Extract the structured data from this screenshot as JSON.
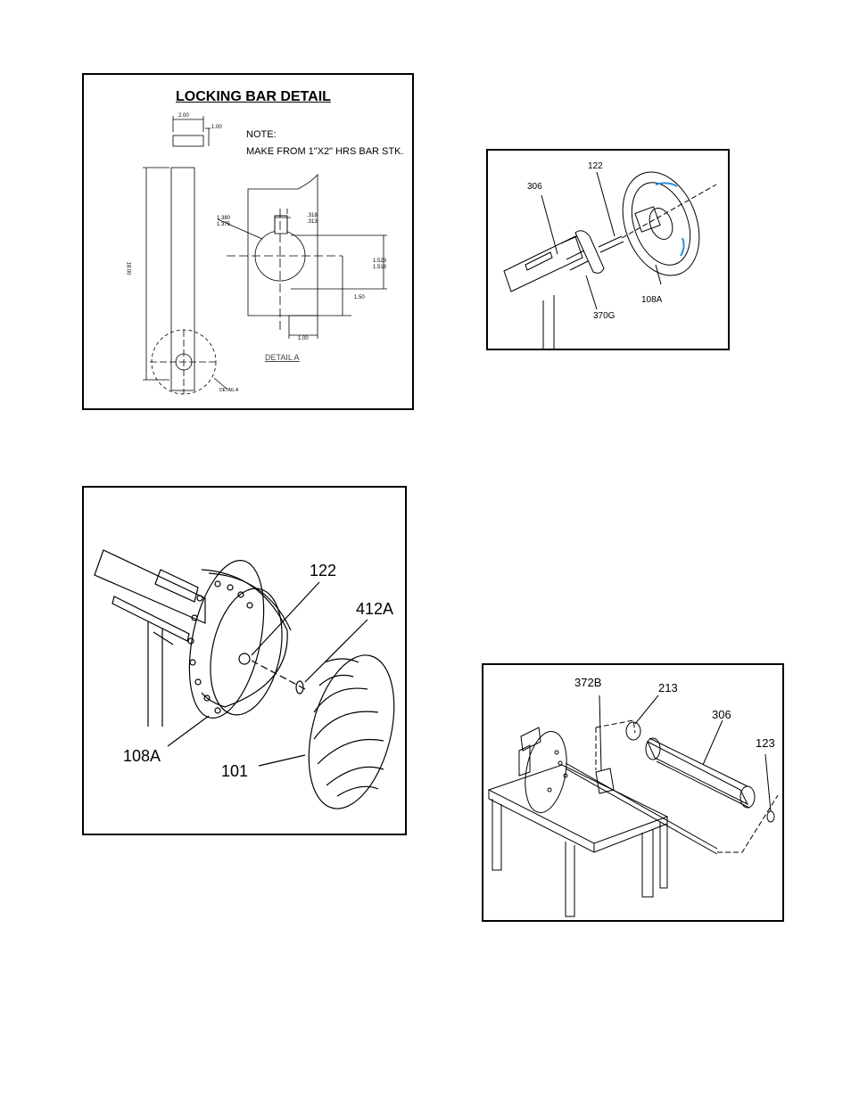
{
  "locking_bar": {
    "title": "LOCKING BAR DETAIL",
    "note_head": "NOTE:",
    "note_body": "MAKE FROM 1\"X2\" HRS BAR STK.",
    "dim_width": "2.00",
    "dim_thick": "1.00",
    "dim_length": "18.00",
    "dim_bore_a": "1.380",
    "dim_bore_b": "1.375",
    "dim_key_a": ".318",
    "dim_key_b": ".313",
    "dim_hgt_a": "1.523",
    "dim_hgt_b": "1.518",
    "dim_150": "1.50",
    "dim_100": "1.00",
    "detail_label": "DETAIL A",
    "detail_callout": "DETAIL A"
  },
  "fig_top_right": {
    "labels": [
      "306",
      "122",
      "108A",
      "370G"
    ]
  },
  "fig_impeller": {
    "labels": [
      "122",
      "412A",
      "108A",
      "101"
    ]
  },
  "fig_bench": {
    "labels": [
      "372B",
      "213",
      "306",
      "123"
    ]
  }
}
